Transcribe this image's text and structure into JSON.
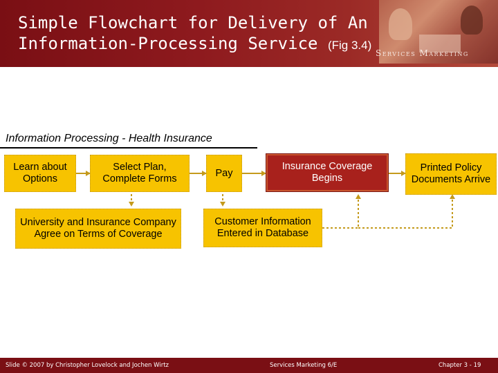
{
  "header": {
    "title_line1": "Simple Flowchart for Delivery of An",
    "title_line2": "Information-Processing Service",
    "title_fig": "(Fig 3.4)",
    "brand": "Services Marketing"
  },
  "diagram": {
    "subtitle": "Information Processing - Health Insurance",
    "steps": {
      "learn": "Learn about Options",
      "select": "Select Plan, Complete Forms",
      "pay": "Pay",
      "coverage": "Insurance Coverage Begins",
      "printed": "Printed Policy Documents Arrive",
      "agree": "University and Insurance Company Agree on Terms of Coverage",
      "entered": "Customer Information Entered in Database"
    },
    "colors": {
      "box_fill": "#f7c300",
      "highlight_fill": "#a8211c",
      "connector": "#c49a1c"
    }
  },
  "footer": {
    "left": "Slide © 2007 by Christopher Lovelock and Jochen Wirtz",
    "center": "Services Marketing 6/E",
    "right": "Chapter 3 - 19"
  }
}
